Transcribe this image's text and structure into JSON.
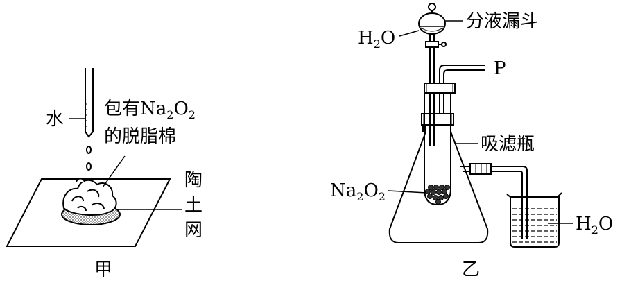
{
  "left_figure": {
    "caption": "甲",
    "water_label": "水",
    "cotton_label_line1_prefix": "包有",
    "cotton_label_formula": {
      "el1": "Na",
      "n1": "2",
      "el2": "O",
      "n2": "2"
    },
    "cotton_label_line2": "的脱脂棉",
    "gauze_label": [
      "陶",
      "土",
      "网"
    ]
  },
  "right_figure": {
    "caption": "乙",
    "funnel_label": "分液漏斗",
    "funnel_reagent": {
      "el1": "H",
      "n1": "2",
      "el2": "O"
    },
    "outlet_label": "P",
    "flask_label": "吸滤瓶",
    "tube_reagent": {
      "el1": "Na",
      "n1": "2",
      "el2": "O",
      "n2": "2"
    },
    "beaker_reagent": {
      "el1": "H",
      "n1": "2",
      "el2": "O"
    }
  },
  "colors": {
    "ink": "#000000",
    "paper": "#ffffff",
    "gauze_fill": "#bdbdbd"
  }
}
